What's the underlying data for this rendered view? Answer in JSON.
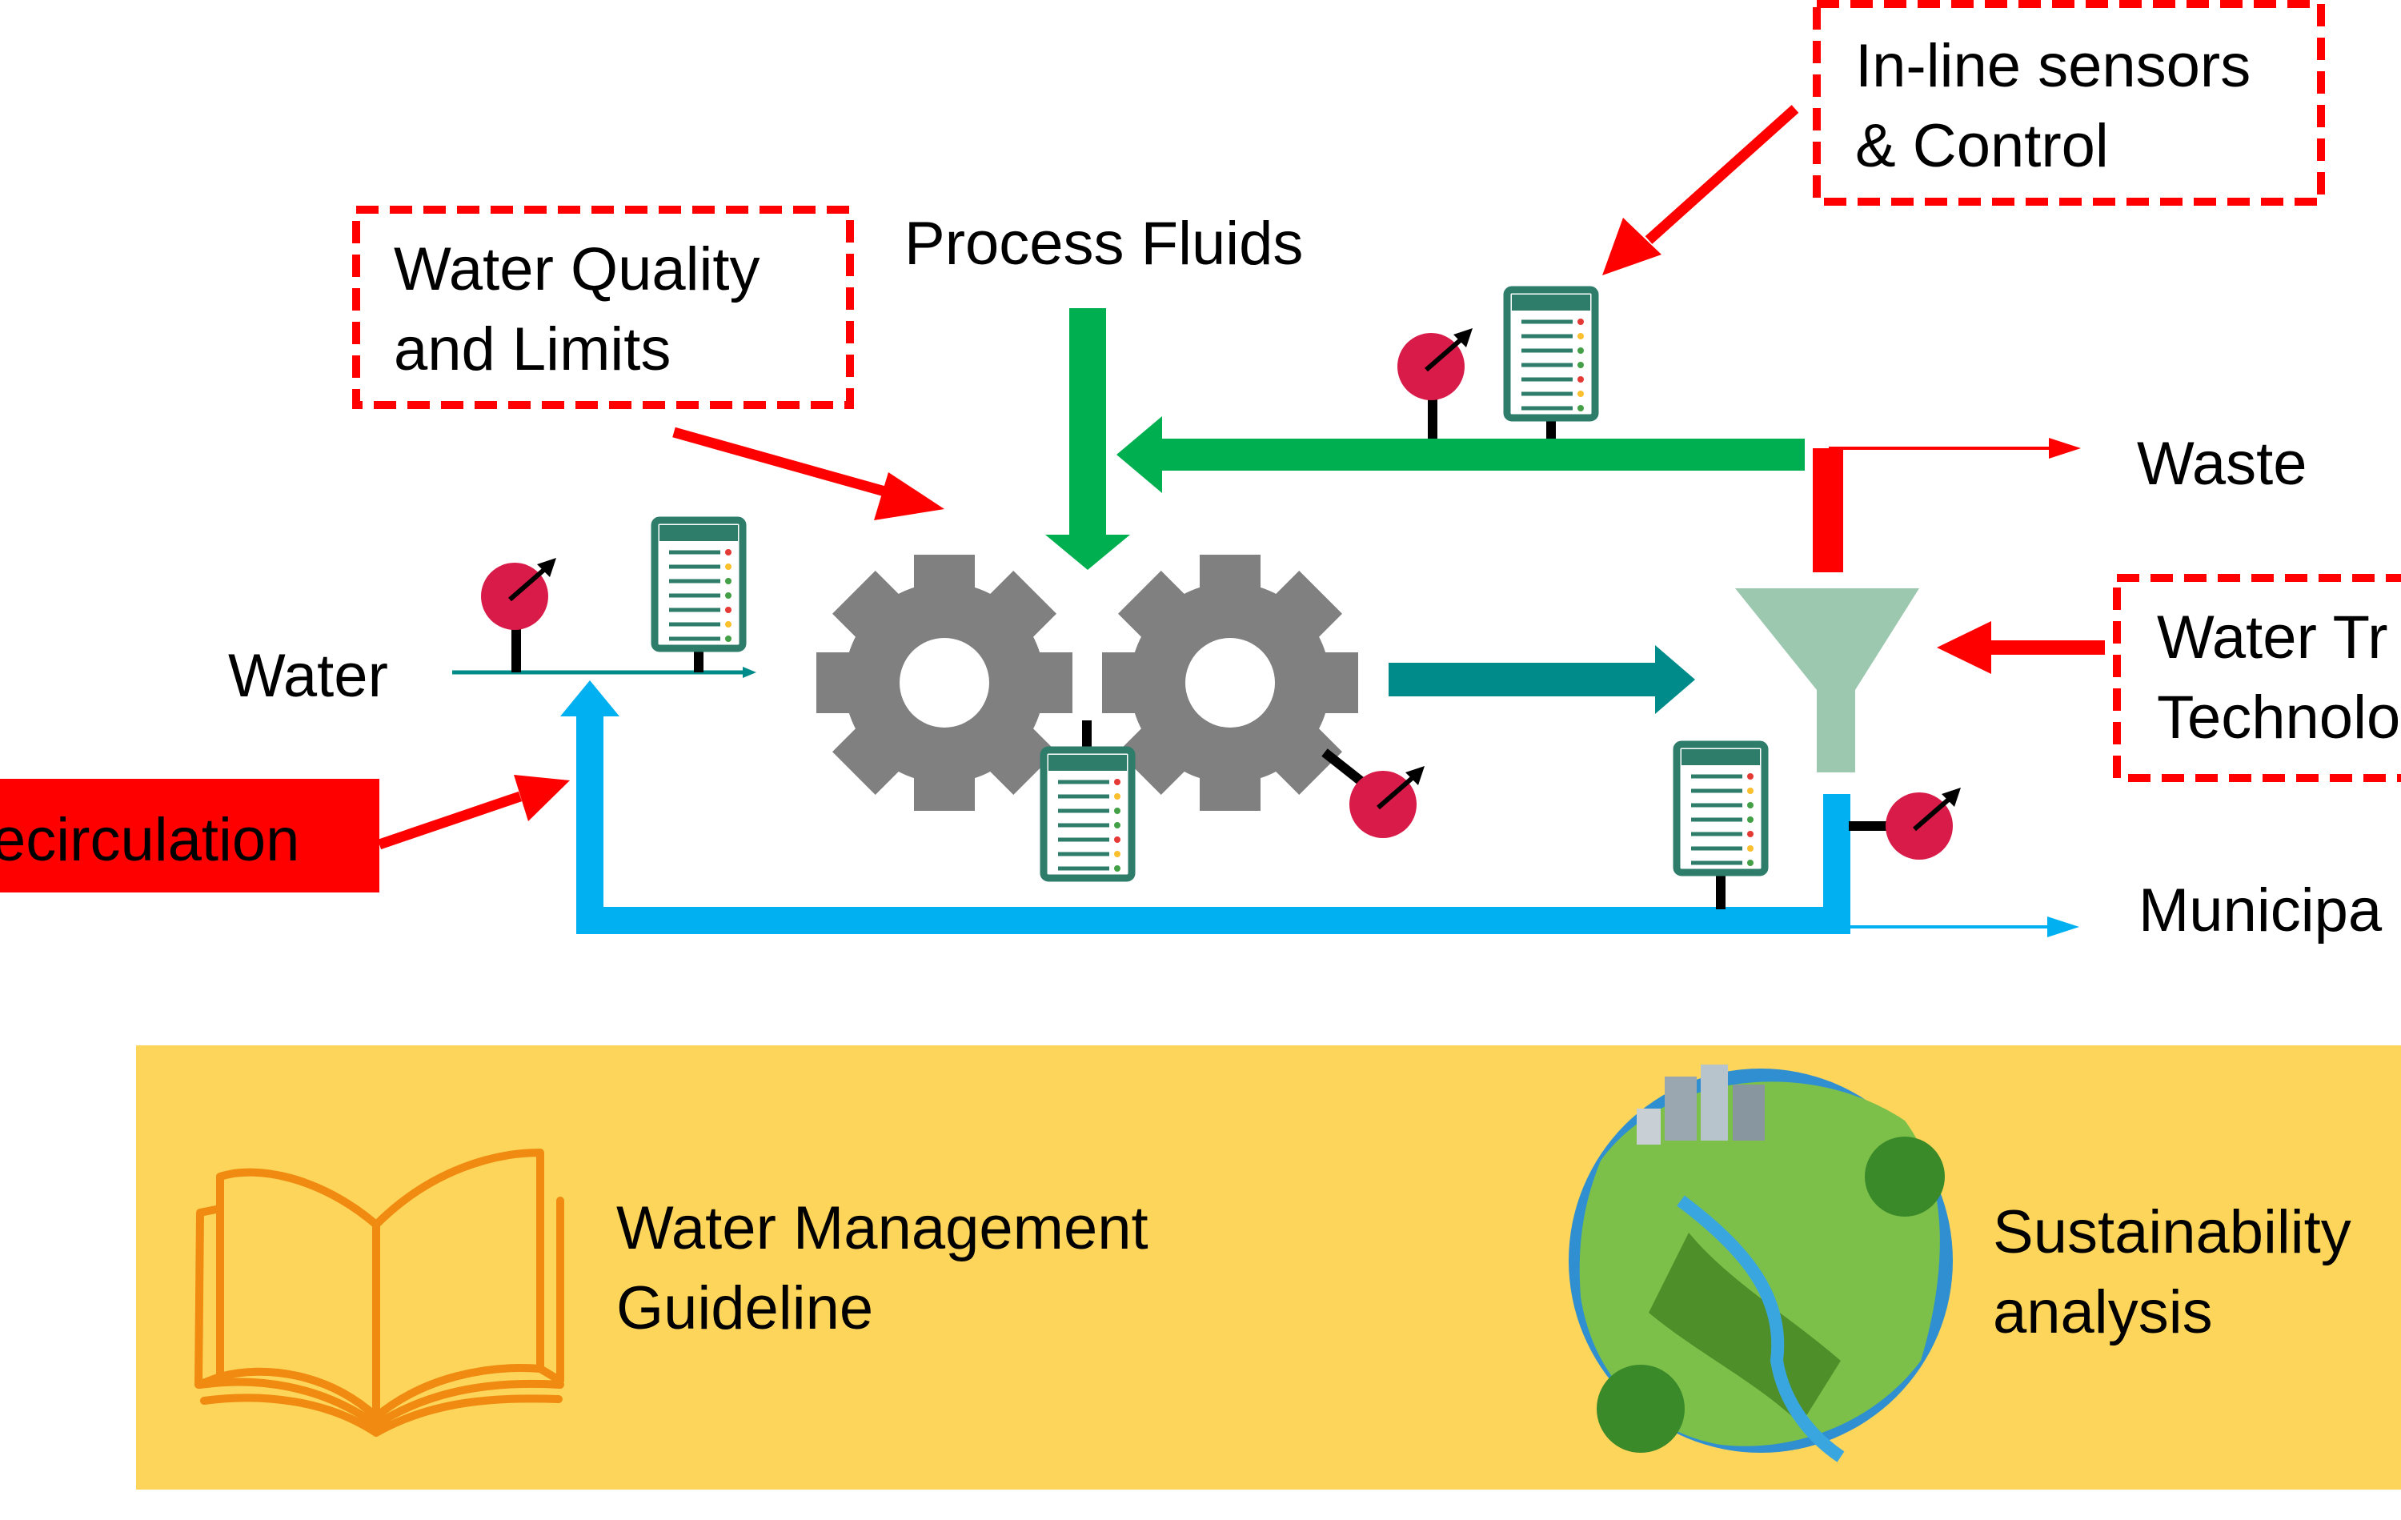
{
  "labels": {
    "water": "Water",
    "process_fluids": "Process Fluids",
    "waste": "Waste",
    "municipal": "Municipa",
    "recirculation": "ecirculation",
    "water_quality_line1": "Water Quality",
    "water_quality_line2": "and Limits",
    "inline_line1": "In-line sensors",
    "inline_line2": "& Control",
    "treatment_line1": "Water Tr",
    "treatment_line2": "Technolo",
    "guideline_line1": "Water Management",
    "guideline_line2": "Guideline",
    "sustainability_line1": "Sustainability",
    "sustainability_line2": "analysis"
  },
  "icons": {
    "gear": "gear-icon",
    "sensor_panel": "sensor-panel-icon",
    "gauge": "gauge-icon",
    "filter_funnel": "filter-funnel-icon",
    "book": "open-book-icon",
    "globe": "globe-icon"
  },
  "colors": {
    "red": "#ff0000",
    "green": "#00b050",
    "teal": "#008b8b",
    "blue": "#00b0f0",
    "gear": "#808080",
    "funnel": "#9dc8b0",
    "panel": "#2e7d6b",
    "gauge": "#d81b48",
    "band": "#fdd55a",
    "book": "#f08a10"
  }
}
